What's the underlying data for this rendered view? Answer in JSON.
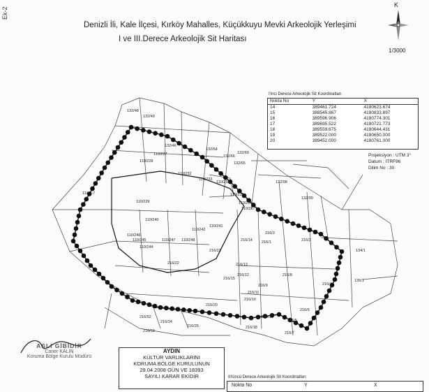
{
  "header": {
    "side_tag": "Ek-2",
    "title_line1": "Denizli İli, Kale İlçesi, Kırköy Mahalles, Küçükkuyu Mevki Arkeolojik Yerleşimi",
    "title_line2": "I ve III.Derece Arkeolojik  Sit Haritası",
    "north_letter": "K",
    "scale": "1/3000"
  },
  "coords_table": {
    "title": "I'inci Derece Arkeolojik Sit Koordinatları",
    "headers": [
      "Nokta  No",
      "Y",
      "X"
    ],
    "rows": [
      [
        "14",
        "389461.724",
        "4180623.674"
      ],
      [
        "15",
        "388545.867",
        "4180833.897"
      ],
      [
        "16",
        "389596.906",
        "4180774.301"
      ],
      [
        "17",
        "389695.522",
        "4180721.773"
      ],
      [
        "18",
        "389559.675",
        "4180644.431"
      ],
      [
        "19",
        "389522.000",
        "4180650.000"
      ],
      [
        "20",
        "389452.000",
        "4180761.000"
      ]
    ]
  },
  "projection": {
    "projeksiyon": "Projeksiyon : UTM 3°",
    "datum": "Datum      : ITRF96",
    "dilim": "Dilim No   : 30"
  },
  "parcels": [
    {
      "label": "132/48"
    },
    {
      "label": "132/49"
    },
    {
      "label": "132/46"
    },
    {
      "label": "110/227"
    },
    {
      "label": "110/228"
    },
    {
      "label": "110/229"
    },
    {
      "label": "110/232"
    },
    {
      "label": "110/233"
    },
    {
      "label": "110/234"
    },
    {
      "label": "110/235"
    },
    {
      "label": "110/236"
    },
    {
      "label": "110/237"
    },
    {
      "label": "110/241"
    },
    {
      "label": "110/242"
    },
    {
      "label": "110/244"
    },
    {
      "label": "110/245"
    },
    {
      "label": "110/246"
    },
    {
      "label": "110/247"
    },
    {
      "label": "110/248"
    },
    {
      "label": "132/64"
    },
    {
      "label": "132/65"
    },
    {
      "label": "132/66"
    },
    {
      "label": "132/69"
    },
    {
      "label": "132/98"
    },
    {
      "label": "132/99"
    },
    {
      "label": "134/1"
    },
    {
      "label": "135/1"
    },
    {
      "label": "216/1"
    },
    {
      "label": "216/2"
    },
    {
      "label": "216/3"
    },
    {
      "label": "216/4"
    },
    {
      "label": "216/5"
    },
    {
      "label": "216/6"
    },
    {
      "label": "216/7"
    },
    {
      "label": "216/8"
    },
    {
      "label": "216/9"
    },
    {
      "label": "216/10"
    },
    {
      "label": "216/11"
    },
    {
      "label": "216/12"
    },
    {
      "label": "216/13"
    },
    {
      "label": "216/14"
    },
    {
      "label": "216/15"
    },
    {
      "label": "216/18"
    },
    {
      "label": "216/19"
    },
    {
      "label": "216/20"
    },
    {
      "label": "216/22"
    },
    {
      "label": "216/23"
    },
    {
      "label": "216/24"
    },
    {
      "label": "216/25"
    },
    {
      "label": "216/52"
    },
    {
      "label": "216/53"
    },
    {
      "label": "110/2-7"
    },
    {
      "label": "110/240"
    }
  ],
  "seal_left": {
    "line1": "ASLI GİBİDİR",
    "line2": "Caner KALIN",
    "line3": "Koruma Bölge Kurulu Müdürü"
  },
  "stamp": {
    "line1": "AYDIN",
    "line2": "KÜLTÜR VARLIKLARINI",
    "line3": "KORUMA BÖLGE KURULUNUN",
    "line4": "29.04.2008 GÜN VE 18393",
    "line5": "SAYILI KARAR EKİDİR"
  },
  "coords_table2": {
    "title": "III'üncü Derece Arkeolojik Sit Koordinatları",
    "headers": [
      "Nokta  No",
      "Y",
      "X"
    ]
  }
}
